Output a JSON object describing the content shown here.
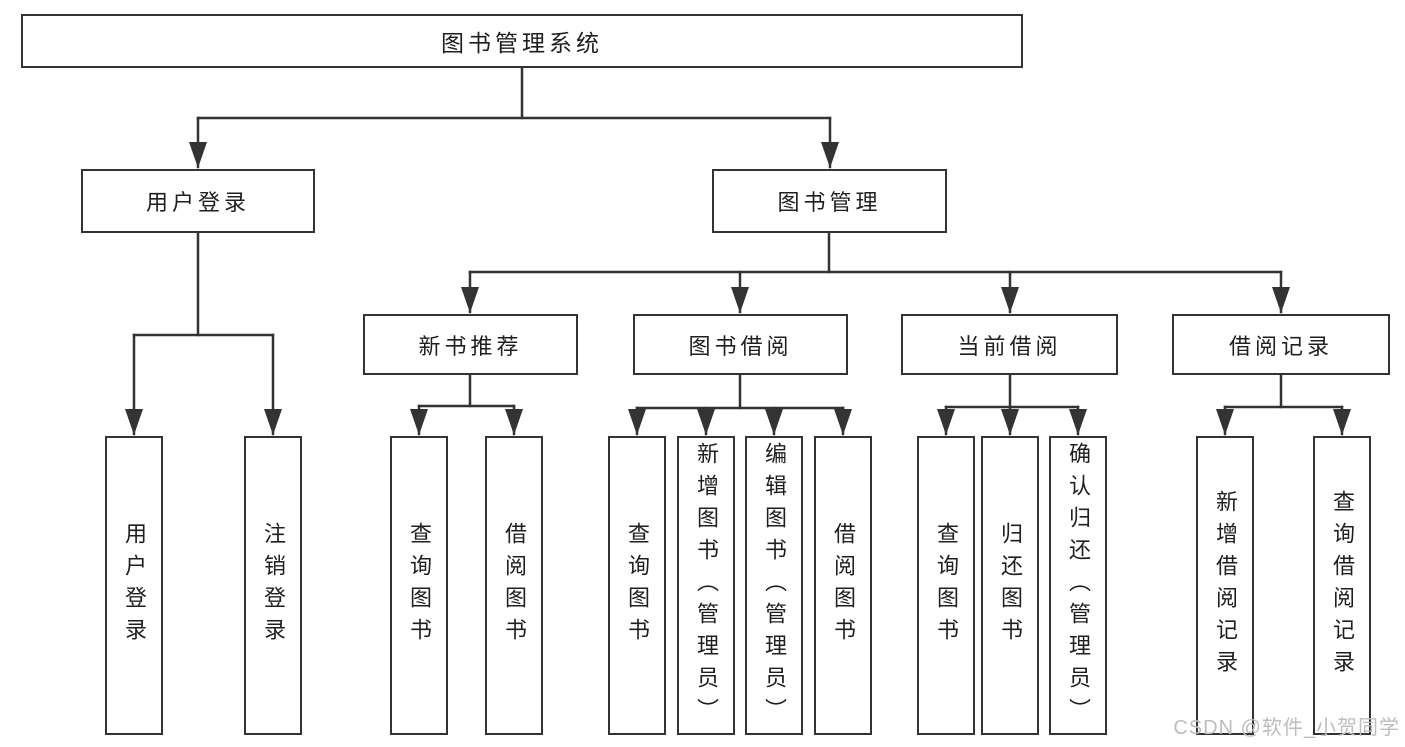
{
  "diagram_title": "图书管理系统",
  "nodes": {
    "root": {
      "label": "图书管理系统"
    },
    "user_login": {
      "label": "用户登录"
    },
    "book_mgmt": {
      "label": "图书管理"
    },
    "new_book_rec": {
      "label": "新书推荐"
    },
    "book_borrow": {
      "label": "图书借阅"
    },
    "current_borrow": {
      "label": "当前借阅"
    },
    "borrow_records": {
      "label": "借阅记录"
    },
    "leaf_user_login": {
      "label": "用户登录"
    },
    "leaf_logout": {
      "label": "注销登录"
    },
    "leaf_query_books_new": {
      "label": "查询图书"
    },
    "leaf_borrow_books_new": {
      "label": "借阅图书"
    },
    "leaf_query_books_borrow": {
      "label": "查询图书"
    },
    "leaf_add_books": {
      "label": "新增图书（管理员）"
    },
    "leaf_edit_books": {
      "label": "编辑图书（管理员）"
    },
    "leaf_borrow_books": {
      "label": "借阅图书"
    },
    "leaf_query_books_current": {
      "label": "查询图书"
    },
    "leaf_return_books": {
      "label": "归还图书"
    },
    "leaf_confirm_return": {
      "label": "确认归还（管理员）"
    },
    "leaf_add_borrow_record": {
      "label": "新增借阅记录"
    },
    "leaf_query_borrow_record": {
      "label": "查询借阅记录"
    }
  },
  "hierarchy": {
    "图书管理系统": {
      "用户登录": [
        "用户登录",
        "注销登录"
      ],
      "图书管理": {
        "新书推荐": [
          "查询图书",
          "借阅图书"
        ],
        "图书借阅": [
          "查询图书",
          "新增图书（管理员）",
          "编辑图书（管理员）",
          "借阅图书"
        ],
        "当前借阅": [
          "查询图书",
          "归还图书",
          "确认归还（管理员）"
        ],
        "借阅记录": [
          "新增借阅记录",
          "查询借阅记录"
        ]
      }
    }
  },
  "watermark": "CSDN @软件_小贺同学",
  "colors": {
    "line": "#333333",
    "text": "#1f1f1f",
    "background": "#ffffff",
    "watermark": "#bdbdbd"
  }
}
